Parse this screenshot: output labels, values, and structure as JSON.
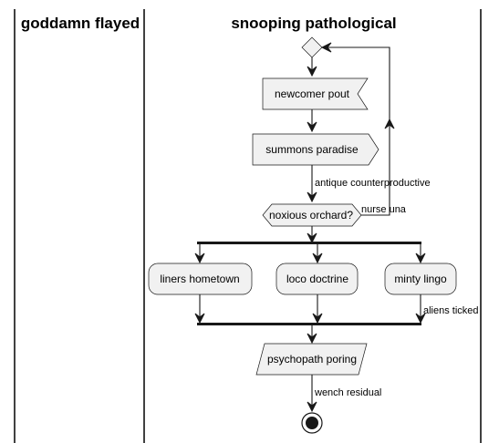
{
  "swimlanes": [
    {
      "title": "goddamn flayed"
    },
    {
      "title": "snooping pathological"
    }
  ],
  "nodes": {
    "start_merge": {
      "type": "merge-diamond"
    },
    "newcomer_pout": {
      "label": "newcomer pout",
      "type": "receive-signal"
    },
    "summons_paradise": {
      "label": "summons paradise",
      "type": "send-signal"
    },
    "noxious_orchard": {
      "label": "noxious orchard?",
      "type": "decision"
    },
    "liners_hometown": {
      "label": "liners hometown",
      "type": "action"
    },
    "loco_doctrine": {
      "label": "loco doctrine",
      "type": "action"
    },
    "minty_lingo": {
      "label": "minty lingo",
      "type": "action"
    },
    "psychopath_poring": {
      "label": "psychopath poring",
      "type": "input-output"
    },
    "end": {
      "type": "stop"
    }
  },
  "edges": {
    "antique": {
      "label": "antique counterproductive"
    },
    "nurse_una": {
      "label": "nurse una"
    },
    "aliens_ticked": {
      "label": "aliens ticked"
    },
    "wench_residual": {
      "label": "wench residual"
    }
  }
}
